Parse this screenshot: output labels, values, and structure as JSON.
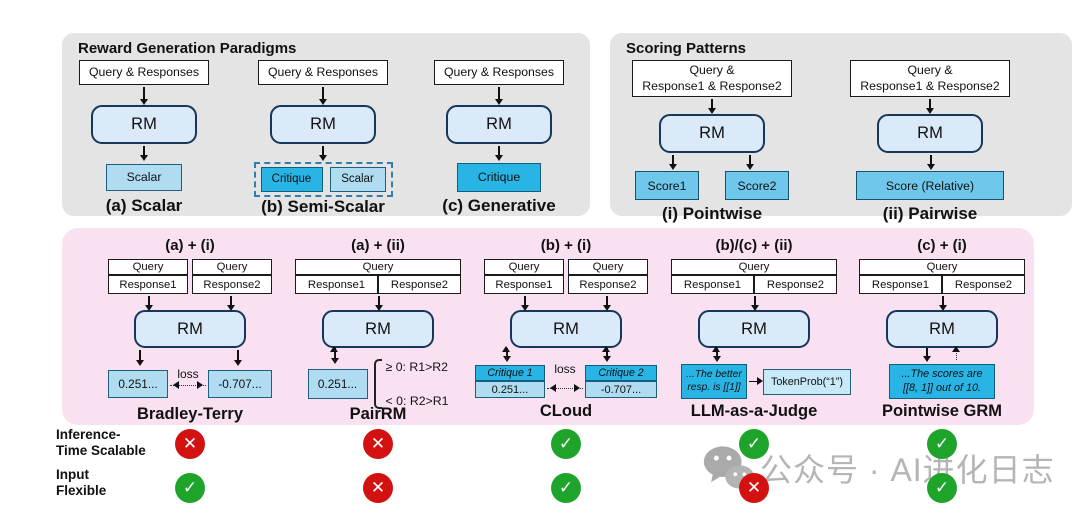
{
  "colors": {
    "panel_gray": "#E4E4E4",
    "panel_pink": "#FAE1F2",
    "rm_fill": "#DAEAF8",
    "light_blue": "#AFDCF1",
    "medium_blue": "#6FC8EC",
    "cyan": "#29B4E6",
    "token_blue": "#C7E9F8",
    "check_green": "#1EA42B",
    "cross_red": "#D41111",
    "watermark_gray": "#A9A9A9"
  },
  "paradigms": {
    "title": "Reward Generation Paradigms",
    "cols": [
      {
        "input": "Query & Responses",
        "rm": "RM",
        "out": "Scalar",
        "caption": "(a) Scalar"
      },
      {
        "input": "Query & Responses",
        "rm": "RM",
        "out_critique": "Critique",
        "out_scalar": "Scalar",
        "caption": "(b) Semi-Scalar"
      },
      {
        "input": "Query & Responses",
        "rm": "RM",
        "out": "Critique",
        "caption": "(c) Generative"
      }
    ]
  },
  "scoring": {
    "title": "Scoring Patterns",
    "cols": [
      {
        "input_line1": "Query &",
        "input_line2": "Response1 & Response2",
        "rm": "RM",
        "out1": "Score1",
        "out2": "Score2",
        "caption": "(i) Pointwise"
      },
      {
        "input_line1": "Query &",
        "input_line2": "Response1 & Response2",
        "rm": "RM",
        "out": "Score (Relative)",
        "caption": "(ii) Pairwise"
      }
    ]
  },
  "combos": [
    {
      "header": "(a) + (i)",
      "query1": "Query",
      "query2": "Query",
      "response1": "Response1",
      "response2": "Response2",
      "rm": "RM",
      "score1": "0.251...",
      "score2": "-0.707...",
      "loss_label": "loss",
      "caption": "Bradley-Terry"
    },
    {
      "header": "(a) + (ii)",
      "query": "Query",
      "response1": "Response1",
      "response2": "Response2",
      "rm": "RM",
      "score": "0.251...",
      "cond_ge": "≥ 0: R1>R2",
      "cond_lt": "< 0: R2>R1",
      "caption": "PairRM"
    },
    {
      "header": "(b) + (i)",
      "query1": "Query",
      "query2": "Query",
      "response1": "Response1",
      "response2": "Response2",
      "rm": "RM",
      "critique1": "Critique 1",
      "score1": "0.251...",
      "critique2": "Critique 2",
      "score2": "-0.707...",
      "loss_label": "loss",
      "caption": "CLoud"
    },
    {
      "header": "(b)/(c) + (ii)",
      "query": "Query",
      "response1": "Response1",
      "response2": "Response2",
      "rm": "RM",
      "gen_line1": "...The better",
      "gen_line2": "resp. is [[1]]",
      "token": "TokenProb(“1”)",
      "caption": "LLM-as-a-Judge"
    },
    {
      "header": "(c) + (i)",
      "query": "Query",
      "response1": "Response1",
      "response2": "Response2",
      "rm": "RM",
      "gen_line1": "...The scores are",
      "gen_line2": "[[8, 1]] out of 10.",
      "caption": "Pointwise GRM"
    }
  ],
  "criteria": {
    "rows": [
      {
        "label_line1": "Inference-",
        "label_line2": "Time Scalable",
        "marks": [
          "cross",
          "cross",
          "check",
          "check",
          "check"
        ]
      },
      {
        "label_line1": "Input",
        "label_line2": "Flexible",
        "marks": [
          "check",
          "cross",
          "check",
          "cross",
          "check"
        ]
      }
    ]
  },
  "watermark": {
    "text": "公众号 · AI进化日志"
  }
}
